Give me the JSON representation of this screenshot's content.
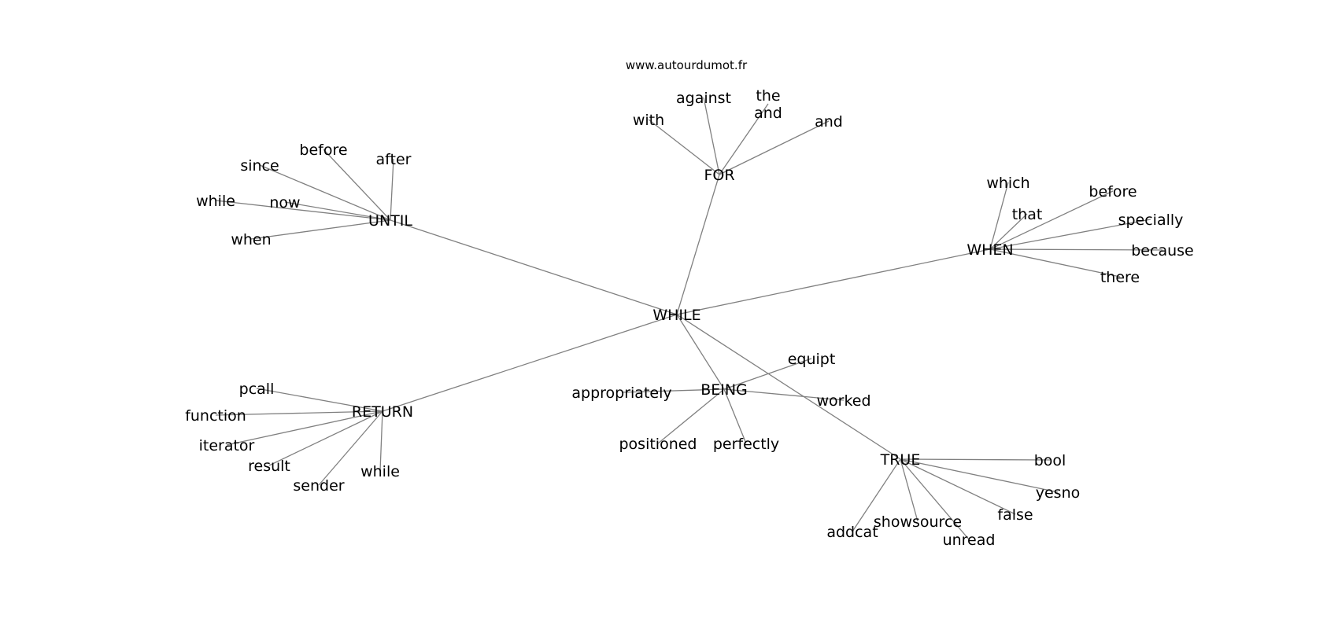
{
  "source_text": "www.autourdumot.fr",
  "nodes": {
    "WHILE": "WHILE",
    "UNTIL": "UNTIL",
    "FOR": "FOR",
    "WHEN": "WHEN",
    "RETURN": "RETURN",
    "BEING": "BEING",
    "TRUE": "TRUE",
    "until_since": "since",
    "until_before": "before",
    "until_after": "after",
    "until_while": "while",
    "until_now": "now",
    "until_when": "when",
    "for_with": "with",
    "for_against": "against",
    "for_the_and": "the\nand",
    "for_and": "and",
    "when_which": "which",
    "when_before": "before",
    "when_that": "that",
    "when_specially": "specially",
    "when_because": "because",
    "when_there": "there",
    "return_pcall": "pcall",
    "return_function": "function",
    "return_iterator": "iterator",
    "return_result": "result",
    "return_sender": "sender",
    "return_while": "while",
    "being_equipt": "equipt",
    "being_appropriately": "appropriately",
    "being_worked": "worked",
    "being_positioned": "positioned",
    "being_perfectly": "perfectly",
    "true_bool": "bool",
    "true_yesno": "yesno",
    "true_false": "false",
    "true_addcat": "addcat",
    "true_showsource": "showsource",
    "true_unread": "unread"
  },
  "edges": [
    [
      "WHILE",
      "UNTIL"
    ],
    [
      "WHILE",
      "FOR"
    ],
    [
      "WHILE",
      "WHEN"
    ],
    [
      "WHILE",
      "RETURN"
    ],
    [
      "WHILE",
      "BEING"
    ],
    [
      "WHILE",
      "TRUE"
    ],
    [
      "UNTIL",
      "until_since"
    ],
    [
      "UNTIL",
      "until_before"
    ],
    [
      "UNTIL",
      "until_after"
    ],
    [
      "UNTIL",
      "until_while"
    ],
    [
      "UNTIL",
      "until_now"
    ],
    [
      "UNTIL",
      "until_when"
    ],
    [
      "FOR",
      "for_with"
    ],
    [
      "FOR",
      "for_against"
    ],
    [
      "FOR",
      "for_the_and"
    ],
    [
      "FOR",
      "for_and"
    ],
    [
      "WHEN",
      "when_which"
    ],
    [
      "WHEN",
      "when_before"
    ],
    [
      "WHEN",
      "when_that"
    ],
    [
      "WHEN",
      "when_specially"
    ],
    [
      "WHEN",
      "when_because"
    ],
    [
      "WHEN",
      "when_there"
    ],
    [
      "RETURN",
      "return_pcall"
    ],
    [
      "RETURN",
      "return_function"
    ],
    [
      "RETURN",
      "return_iterator"
    ],
    [
      "RETURN",
      "return_result"
    ],
    [
      "RETURN",
      "return_sender"
    ],
    [
      "RETURN",
      "return_while"
    ],
    [
      "BEING",
      "being_equipt"
    ],
    [
      "BEING",
      "being_appropriately"
    ],
    [
      "BEING",
      "being_worked"
    ],
    [
      "BEING",
      "being_positioned"
    ],
    [
      "BEING",
      "being_perfectly"
    ],
    [
      "TRUE",
      "true_bool"
    ],
    [
      "TRUE",
      "true_yesno"
    ],
    [
      "TRUE",
      "true_false"
    ],
    [
      "TRUE",
      "true_addcat"
    ],
    [
      "TRUE",
      "true_showsource"
    ],
    [
      "TRUE",
      "true_unread"
    ]
  ]
}
